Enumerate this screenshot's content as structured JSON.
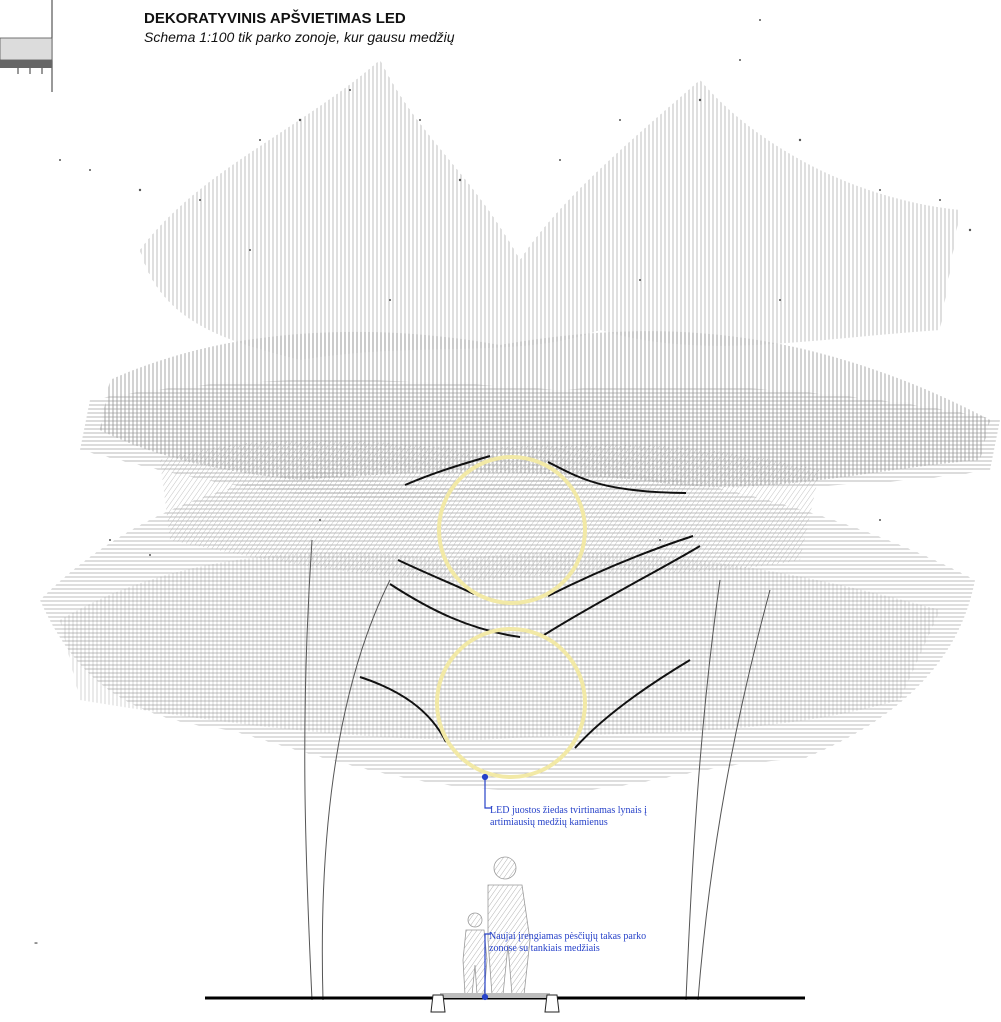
{
  "title": "DEKORATYVINIS APŠVIETIMAS LED",
  "subtitle": "Schema 1:100 tik parko zonoje, kur gausu medžių",
  "annotations": {
    "led_ring_line1": "LED juostos žiedas tvirtinamas lynais į",
    "led_ring_line2": "artimiausių medžių kamienus",
    "path_line1": "Naujai įrengiamas pėsčiųjų takas parko",
    "path_line2": "zonose su tankiais medžiais"
  },
  "stray_mark": "-",
  "colors": {
    "led_ring": "#f2e9a6",
    "annotation": "#2742c9",
    "foliage": "#9a9a9a",
    "cables": "#111111"
  }
}
